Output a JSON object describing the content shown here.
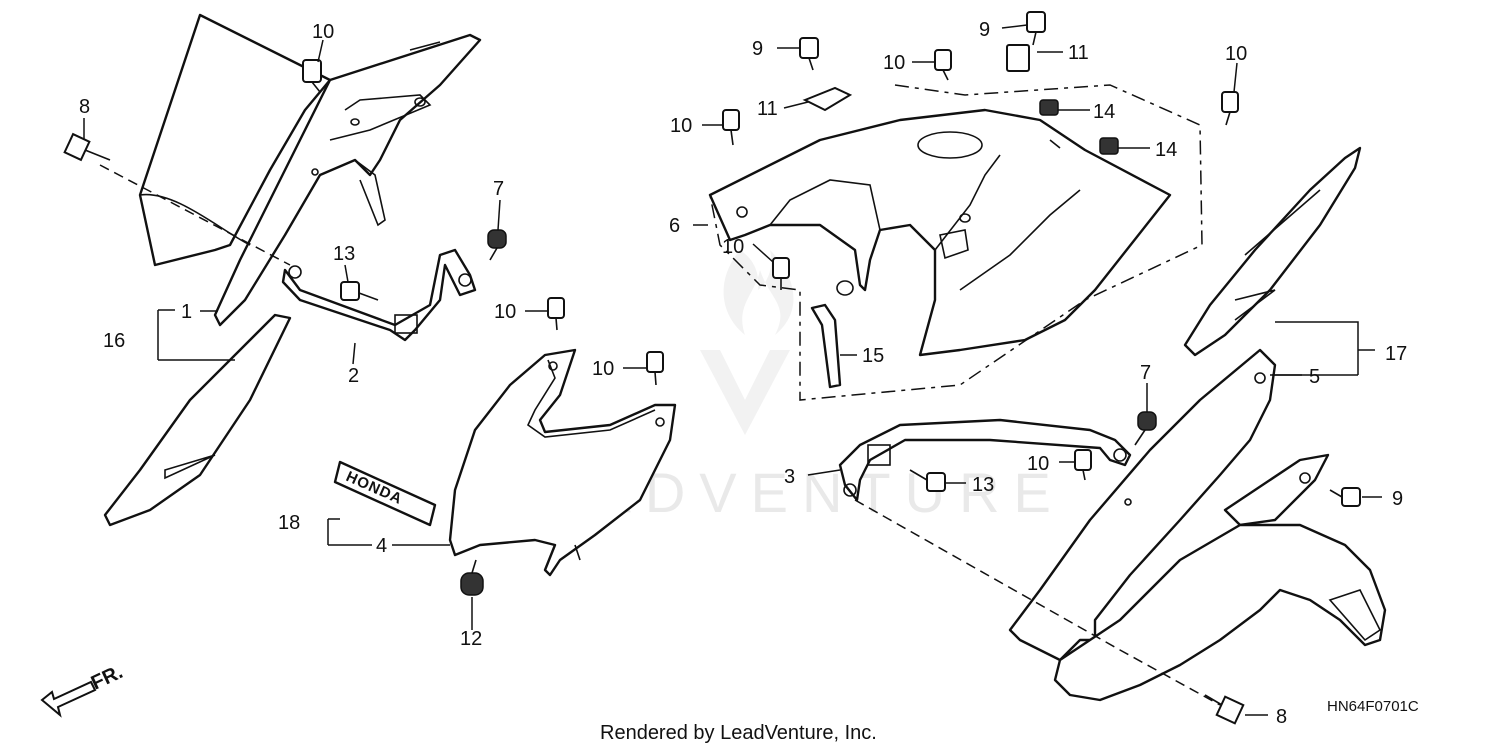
{
  "diagram": {
    "callouts": [
      "1",
      "2",
      "3",
      "4",
      "5",
      "6",
      "7",
      "7",
      "8",
      "8",
      "9",
      "9",
      "9",
      "10",
      "10",
      "10",
      "10",
      "10",
      "10",
      "10",
      "10",
      "11",
      "11",
      "12",
      "13",
      "13",
      "14",
      "14",
      "15",
      "16",
      "17",
      "18"
    ],
    "decals": {
      "cowl_brand": "HONDA"
    },
    "direction_marker": "FR.",
    "watermark": "LEADVENTURE",
    "diagram_code": "HN64F0701C",
    "footer_text": "Rendered by LeadVenture, Inc."
  }
}
